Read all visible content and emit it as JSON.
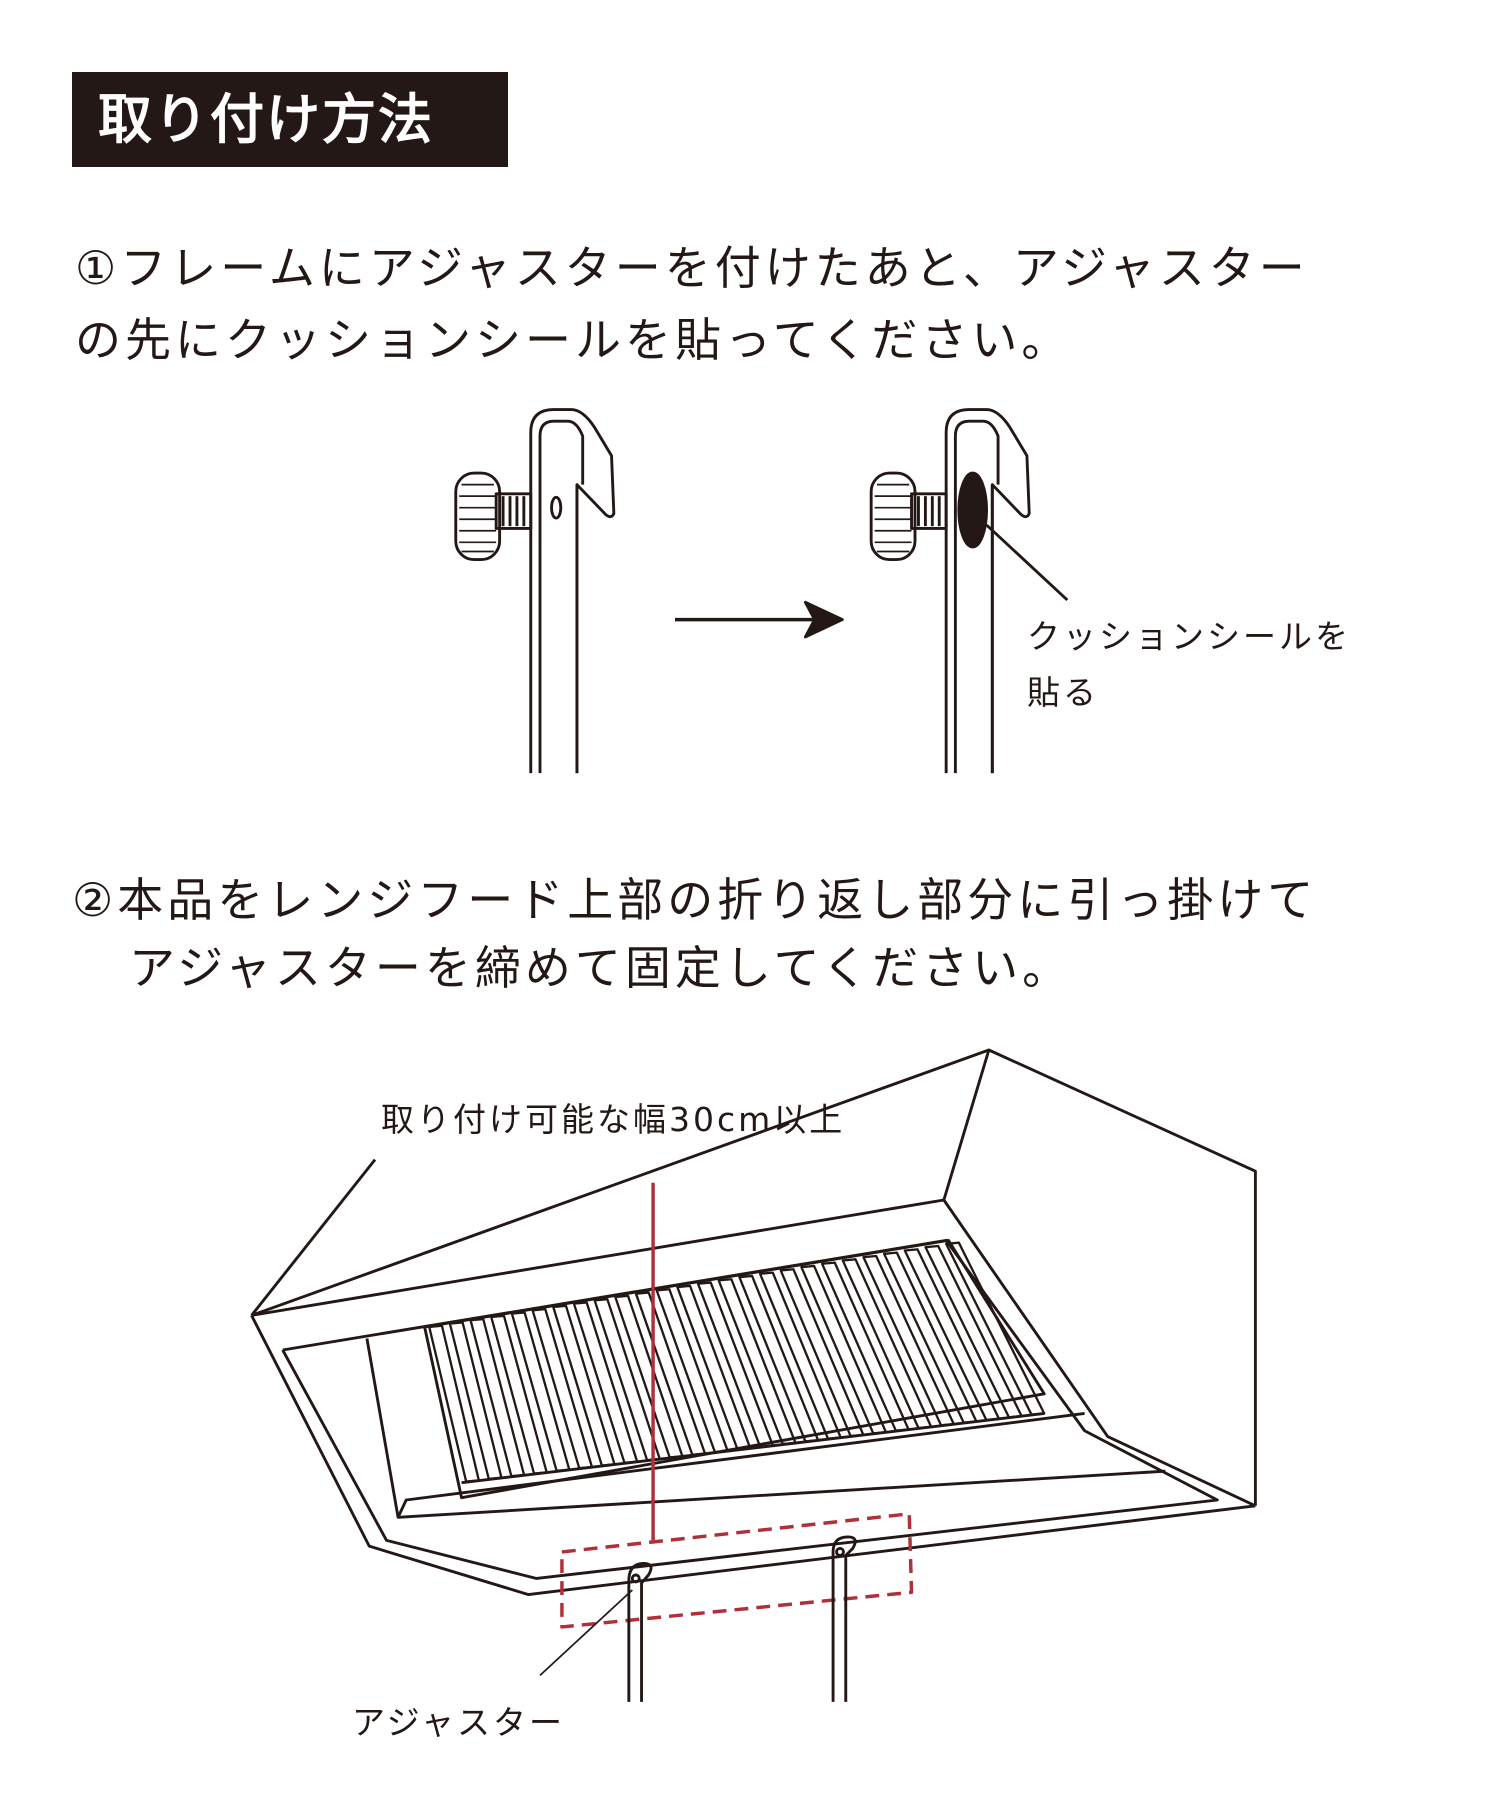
{
  "title": "取り付け方法",
  "step1": {
    "line1": "①フレームにアジャスターを付けたあと、アジャスター",
    "line2": "の先にクッションシールを貼ってください。",
    "callout_line1": "クッションシールを",
    "callout_line2": "貼る"
  },
  "step2": {
    "line1": "②本品をレンジフード上部の折り返し部分に引っ掛けて",
    "line2": "アジャスターを締めて固定してください。",
    "width_label": "取り付け可能な幅30cm以上",
    "adjuster_label": "アジャスター"
  },
  "colors": {
    "ink": "#231815",
    "accent": "#b0303a"
  }
}
